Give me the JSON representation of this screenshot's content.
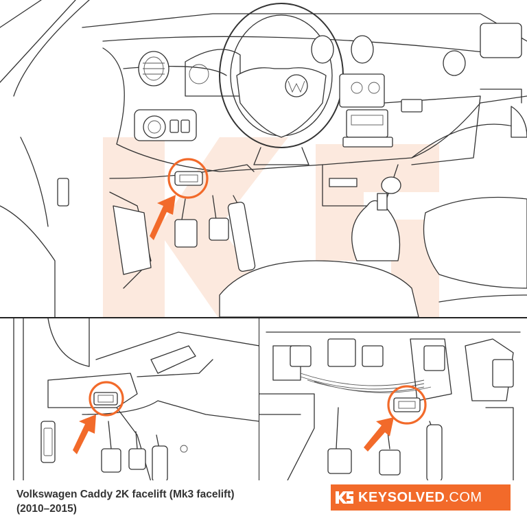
{
  "caption": {
    "line1": "Volkswagen Caddy 2K facelift (Mk3 facelift)",
    "line2": "(2010–2015)"
  },
  "brand": {
    "name_bold": "KEYSOLVED",
    "name_suffix": ".COM",
    "logo_icon": "ks-logo-icon",
    "color": "#f26a2a"
  },
  "diagram": {
    "highlight_color": "#f26a2a",
    "target": "obd-port",
    "views": [
      "cabin-overview",
      "under-dash-closeup",
      "pedal-area-closeup"
    ]
  }
}
